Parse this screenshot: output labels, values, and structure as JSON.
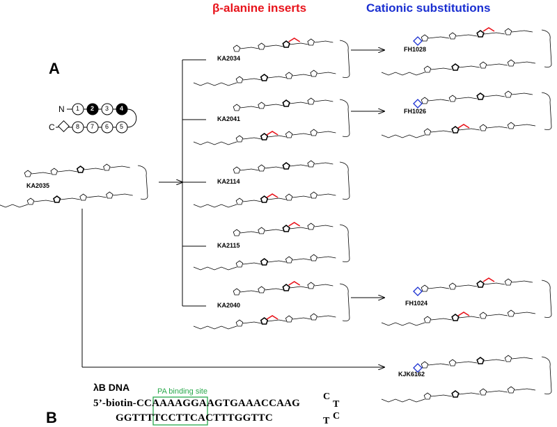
{
  "headers": {
    "beta_alanine": "β-alanine inserts",
    "cationic": "Cationic substitutions"
  },
  "panels": {
    "a": "A",
    "b": "B"
  },
  "schematic": {
    "n_label": "N",
    "c_label": "C",
    "top_ring": [
      "1",
      "2",
      "3",
      "4"
    ],
    "bottom_ring": [
      "8",
      "7",
      "6",
      "5"
    ]
  },
  "compounds": {
    "parent": "KA2035",
    "middle": [
      "KA2034",
      "KA2041",
      "KA2114",
      "KA2115",
      "KA2040"
    ],
    "right": [
      "FH1028",
      "FH1026",
      "FH1024",
      "KJK6162"
    ]
  },
  "dna": {
    "title": "λB DNA",
    "site_label": "PA binding site",
    "top_strand": "5’-biotin-CCAAAAGGAAGTGAAACCAAG",
    "bottom_strand": "GGTTTTCCTTCACTTTGGTTC",
    "hairpin": [
      "C",
      "T",
      "T",
      "C"
    ]
  },
  "colors": {
    "red": "#e8131b",
    "blue": "#1a2fd1",
    "green": "#27a84a"
  }
}
